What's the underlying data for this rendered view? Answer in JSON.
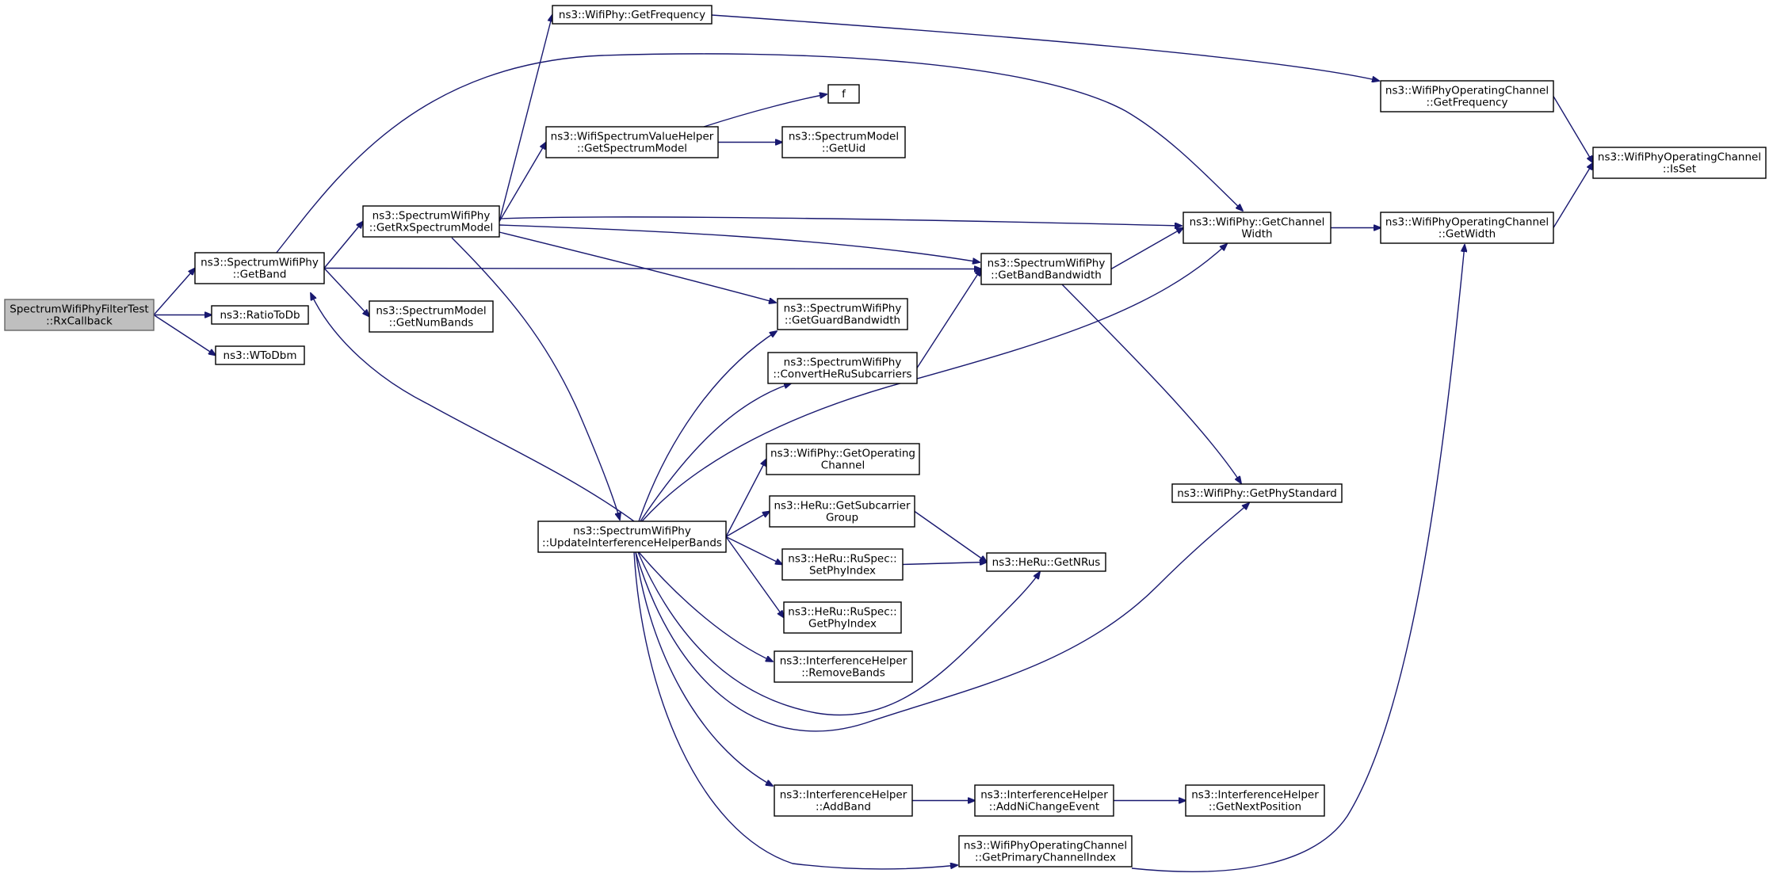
{
  "graph": {
    "nodes": [
      {
        "id": "rxcallback",
        "lines": [
          "SpectrumWifiPhyFilterTest",
          "::RxCallback"
        ],
        "root": true
      },
      {
        "id": "getband",
        "lines": [
          "ns3::SpectrumWifiPhy",
          "::GetBand"
        ]
      },
      {
        "id": "ratiotodb",
        "lines": [
          "ns3::RatioToDb"
        ]
      },
      {
        "id": "wtodbm",
        "lines": [
          "ns3::WToDbm"
        ]
      },
      {
        "id": "getfrequency",
        "lines": [
          "ns3::WifiPhy::GetFrequency"
        ]
      },
      {
        "id": "getrxspectrummodel",
        "lines": [
          "ns3::SpectrumWifiPhy",
          "::GetRxSpectrumModel"
        ]
      },
      {
        "id": "getnumbands",
        "lines": [
          "ns3::SpectrumModel",
          "::GetNumBands"
        ]
      },
      {
        "id": "updateinterference",
        "lines": [
          "ns3::SpectrumWifiPhy",
          "::UpdateInterferenceHelperBands"
        ]
      },
      {
        "id": "f",
        "lines": [
          "f"
        ]
      },
      {
        "id": "getspectrummodel",
        "lines": [
          "ns3::WifiSpectrumValueHelper",
          "::GetSpectrumModel"
        ]
      },
      {
        "id": "getuid",
        "lines": [
          "ns3::SpectrumModel",
          "::GetUid"
        ]
      },
      {
        "id": "getguardbandwidth",
        "lines": [
          "ns3::SpectrumWifiPhy",
          "::GetGuardBandwidth"
        ]
      },
      {
        "id": "converthe",
        "lines": [
          "ns3::SpectrumWifiPhy",
          "::ConvertHeRuSubcarriers"
        ]
      },
      {
        "id": "getoperatingchannel",
        "lines": [
          "ns3::WifiPhy::GetOperating",
          "Channel"
        ]
      },
      {
        "id": "getsubcarriergroup",
        "lines": [
          "ns3::HeRu::GetSubcarrier",
          "Group"
        ]
      },
      {
        "id": "setphyindex",
        "lines": [
          "ns3::HeRu::RuSpec::",
          "SetPhyIndex"
        ]
      },
      {
        "id": "getphyindex",
        "lines": [
          "ns3::HeRu::RuSpec::",
          "GetPhyIndex"
        ]
      },
      {
        "id": "removebands",
        "lines": [
          "ns3::InterferenceHelper",
          "::RemoveBands"
        ]
      },
      {
        "id": "addband",
        "lines": [
          "ns3::InterferenceHelper",
          "::AddBand"
        ]
      },
      {
        "id": "getprimarychannelindex",
        "lines": [
          "ns3::WifiPhyOperatingChannel",
          "::GetPrimaryChannelIndex"
        ]
      },
      {
        "id": "getbandbandwidth",
        "lines": [
          "ns3::SpectrumWifiPhy",
          "::GetBandBandwidth"
        ]
      },
      {
        "id": "getnrus",
        "lines": [
          "ns3::HeRu::GetNRus"
        ]
      },
      {
        "id": "addnichangeevent",
        "lines": [
          "ns3::InterferenceHelper",
          "::AddNiChangeEvent"
        ]
      },
      {
        "id": "getchannelwidth",
        "lines": [
          "ns3::WifiPhy::GetChannel",
          "Width"
        ]
      },
      {
        "id": "getphystandard",
        "lines": [
          "ns3::WifiPhy::GetPhyStandard"
        ]
      },
      {
        "id": "getnextposition",
        "lines": [
          "ns3::InterferenceHelper",
          "::GetNextPosition"
        ]
      },
      {
        "id": "opfrequency",
        "lines": [
          "ns3::WifiPhyOperatingChannel",
          "::GetFrequency"
        ]
      },
      {
        "id": "opgetwidth",
        "lines": [
          "ns3::WifiPhyOperatingChannel",
          "::GetWidth"
        ]
      },
      {
        "id": "opisset",
        "lines": [
          "ns3::WifiPhyOperatingChannel",
          "::IsSet"
        ]
      }
    ],
    "edges": [
      [
        "rxcallback",
        "getband"
      ],
      [
        "rxcallback",
        "ratiotodb"
      ],
      [
        "rxcallback",
        "wtodbm"
      ],
      [
        "getband",
        "getrxspectrummodel"
      ],
      [
        "getband",
        "getnumbands"
      ],
      [
        "getband",
        "getbandbandwidth"
      ],
      [
        "getband",
        "getchannelwidth"
      ],
      [
        "getrxspectrummodel",
        "getfrequency"
      ],
      [
        "getrxspectrummodel",
        "getspectrummodel"
      ],
      [
        "getrxspectrummodel",
        "getchannelwidth"
      ],
      [
        "getrxspectrummodel",
        "getbandbandwidth"
      ],
      [
        "getrxspectrummodel",
        "getguardbandwidth"
      ],
      [
        "getrxspectrummodel",
        "updateinterference"
      ],
      [
        "getspectrummodel",
        "f"
      ],
      [
        "getspectrummodel",
        "getuid"
      ],
      [
        "updateinterference",
        "getband"
      ],
      [
        "updateinterference",
        "getguardbandwidth"
      ],
      [
        "updateinterference",
        "converthe"
      ],
      [
        "updateinterference",
        "getchannelwidth"
      ],
      [
        "updateinterference",
        "getoperatingchannel"
      ],
      [
        "updateinterference",
        "getsubcarriergroup"
      ],
      [
        "updateinterference",
        "setphyindex"
      ],
      [
        "updateinterference",
        "getphyindex"
      ],
      [
        "updateinterference",
        "removebands"
      ],
      [
        "updateinterference",
        "getnrus"
      ],
      [
        "updateinterference",
        "getphystandard"
      ],
      [
        "updateinterference",
        "addband"
      ],
      [
        "updateinterference",
        "getprimarychannelindex"
      ],
      [
        "converthe",
        "getbandbandwidth"
      ],
      [
        "getsubcarriergroup",
        "getnrus"
      ],
      [
        "setphyindex",
        "getnrus"
      ],
      [
        "addband",
        "addnichangeevent"
      ],
      [
        "addnichangeevent",
        "getnextposition"
      ],
      [
        "getbandbandwidth",
        "getchannelwidth"
      ],
      [
        "getbandbandwidth",
        "getphystandard"
      ],
      [
        "getchannelwidth",
        "opgetwidth"
      ],
      [
        "getfrequency",
        "opfrequency"
      ],
      [
        "opfrequency",
        "opisset"
      ],
      [
        "opgetwidth",
        "opisset"
      ],
      [
        "getprimarychannelindex",
        "opgetwidth"
      ]
    ]
  }
}
